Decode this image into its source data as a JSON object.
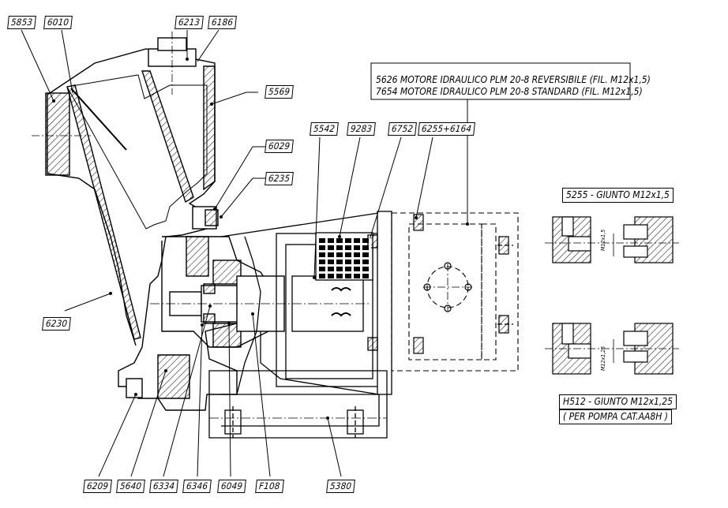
{
  "labels": {
    "l5853": "5853",
    "l6010": "6010",
    "l6213": "6213",
    "l6186": "6186",
    "l5569": "5569",
    "l6029": "6029",
    "l6235": "6235",
    "l5542": "5542",
    "l9283": "9283",
    "l6752": "6752",
    "l6255": "6255+6164",
    "l6230": "6230",
    "l6209": "6209",
    "l5640": "5640",
    "l6334": "6334",
    "l6346": "6346",
    "l6049": "6049",
    "lF108": "F108",
    "l5380": "5380"
  },
  "motor_notes": {
    "line1": "5626 MOTORE IDRAULICO PLM 20-8 REVERSIBILE (FIL. M12x1,5)",
    "line2": "7654 MOTORE IDRAULICO PLM 20-8 STANDARD (FIL. M12x1,5)"
  },
  "coupling1": {
    "title": "5255 - GIUNTO M12x1,5",
    "dim": "M12x1,5"
  },
  "coupling2": {
    "title": "H512 - GIUNTO M12x1,25",
    "subtitle": "( PER POMPA CAT.AA8H )",
    "dim": "M12x1,25"
  }
}
